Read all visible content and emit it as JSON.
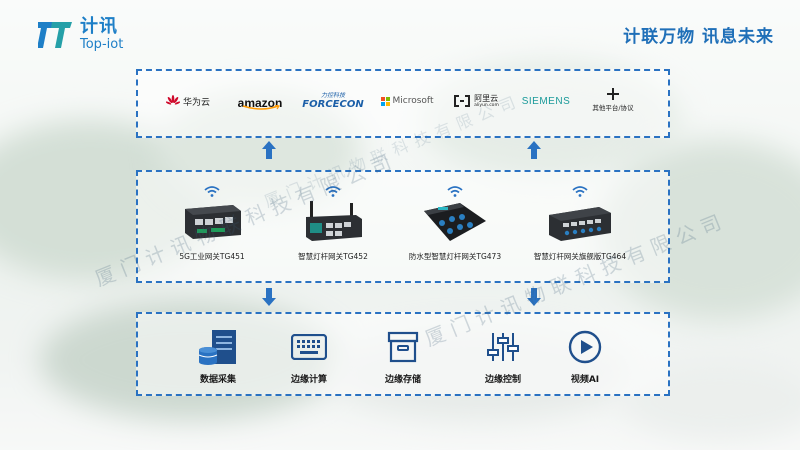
{
  "logo": {
    "cn": "计讯",
    "en": "Top-iot"
  },
  "slogan": "计联万物 讯息未来",
  "platforms": [
    {
      "name": "huawei-cloud",
      "label": "华为云"
    },
    {
      "name": "amazon",
      "label": "amazon"
    },
    {
      "name": "forcecon",
      "label": "FORCECON",
      "sub": "力控科技"
    },
    {
      "name": "microsoft",
      "label": "Microsoft"
    },
    {
      "name": "aliyun",
      "label": "阿里云",
      "sub": "aliyun.com"
    },
    {
      "name": "siemens",
      "label": "SIEMENS"
    },
    {
      "name": "other",
      "label": "其他平台/协议"
    }
  ],
  "devices": [
    {
      "label": "5G工业网关TG451"
    },
    {
      "label": "智慧灯杆网关TG452"
    },
    {
      "label": "防水型智慧灯杆网关TG473"
    },
    {
      "label": "智慧灯杆网关旗舰版TG464"
    }
  ],
  "functions": [
    {
      "label": "数据采集",
      "icon": "server-database-icon"
    },
    {
      "label": "边缘计算",
      "icon": "keyboard-icon"
    },
    {
      "label": "边缘存储",
      "icon": "storage-box-icon"
    },
    {
      "label": "边缘控制",
      "icon": "sliders-icon"
    },
    {
      "label": "视频AI",
      "icon": "play-icon"
    }
  ],
  "watermark": "厦门计讯物联科技有限公司",
  "colors": {
    "accent": "#2a72c2",
    "brand": "#1e7fc7",
    "huawei": "#cf0a2c",
    "aliyun": "#222222"
  }
}
